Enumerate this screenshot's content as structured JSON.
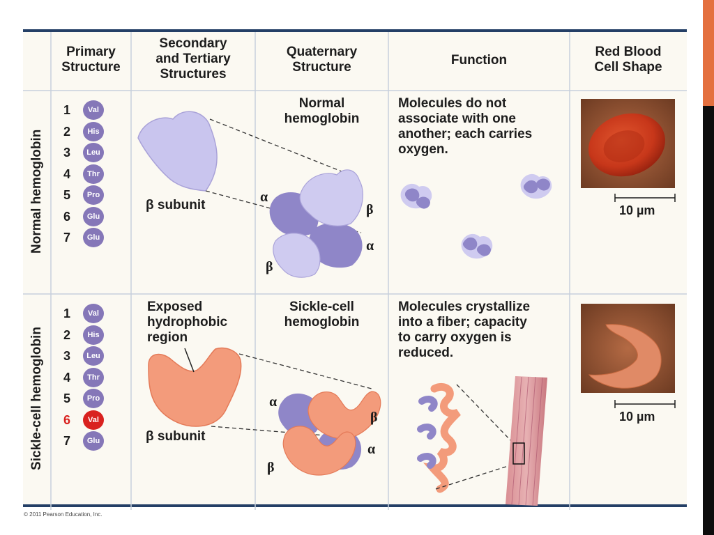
{
  "colors": {
    "frame": "#243f66",
    "normal_subunit": "#c6c3ec",
    "normal_subunit_dark": "#8f86c8",
    "sickle_subunit": "#f39b7b",
    "sickle_highlight": "#d9221f",
    "accent_bar": "#e4703f"
  },
  "header": {
    "primary": [
      "Primary",
      "Structure"
    ],
    "secondary": [
      "Secondary",
      "and Tertiary",
      "Structures"
    ],
    "quaternary": [
      "Quaternary",
      "Structure"
    ],
    "function": "Function",
    "rbc": [
      "Red Blood",
      "Cell Shape"
    ]
  },
  "rows": {
    "normal": {
      "label": "Normal hemoglobin",
      "sequence": [
        {
          "n": "1",
          "aa": "Val"
        },
        {
          "n": "2",
          "aa": "His"
        },
        {
          "n": "3",
          "aa": "Leu"
        },
        {
          "n": "4",
          "aa": "Thr"
        },
        {
          "n": "5",
          "aa": "Pro"
        },
        {
          "n": "6",
          "aa": "Glu"
        },
        {
          "n": "7",
          "aa": "Glu"
        }
      ],
      "subunit_label": "β subunit",
      "quaternary_title": [
        "Normal",
        "hemoglobin"
      ],
      "function_text": [
        "Molecules do not",
        "associate with one",
        "another; each carries",
        "oxygen."
      ],
      "scale": "10 µm",
      "alpha": "α",
      "beta": "β"
    },
    "sickle": {
      "label": "Sickle-cell hemoglobin",
      "sequence": [
        {
          "n": "1",
          "aa": "Val"
        },
        {
          "n": "2",
          "aa": "His"
        },
        {
          "n": "3",
          "aa": "Leu"
        },
        {
          "n": "4",
          "aa": "Thr"
        },
        {
          "n": "5",
          "aa": "Pro"
        },
        {
          "n": "6",
          "aa": "Val",
          "highlight": true
        },
        {
          "n": "7",
          "aa": "Glu"
        }
      ],
      "exposed_label": [
        "Exposed",
        "hydrophobic",
        "region"
      ],
      "subunit_label": "β subunit",
      "quaternary_title": [
        "Sickle-cell",
        "hemoglobin"
      ],
      "function_text": [
        "Molecules crystallize",
        "into a fiber; capacity",
        "to carry oxygen is",
        "reduced."
      ],
      "scale": "10 µm",
      "alpha": "α",
      "beta": "β"
    }
  },
  "copyright": "© 2011 Pearson Education, Inc."
}
